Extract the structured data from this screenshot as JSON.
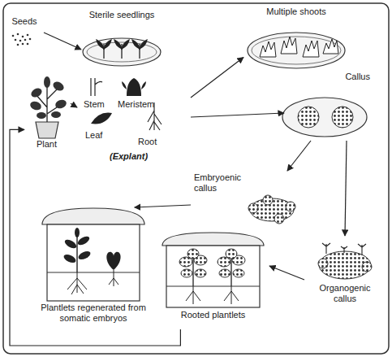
{
  "diagram": {
    "nodes": [
      {
        "text": [
          "Seeds"
        ]
      },
      {
        "text": [
          "Sterile seedlings"
        ]
      },
      {
        "text": [
          "Multiple shoots"
        ]
      },
      {
        "text": [
          "Callus"
        ]
      },
      {
        "text": [
          "Plant"
        ]
      },
      {
        "text": [
          "Stem",
          "Meristem",
          "Leaf",
          "Root",
          "(Explant)"
        ]
      },
      {
        "text": [
          "Embryoenic callus"
        ]
      },
      {
        "text": [
          "Organogenic callus"
        ]
      },
      {
        "text": [
          "Plantlets regenerated from somatic embryos"
        ]
      },
      {
        "text": [
          "Rooted plantlets"
        ]
      }
    ],
    "edges": [
      {
        "from": 0,
        "to": 1,
        "arrow": "to"
      },
      {
        "from": 4,
        "to": 5,
        "arrow": "to"
      },
      {
        "from": 5,
        "to": 2,
        "arrow": "to"
      },
      {
        "from": 5,
        "to": 3,
        "arrow": "to"
      },
      {
        "from": 3,
        "to": 6,
        "arrow": "to"
      },
      {
        "from": 3,
        "to": 7,
        "arrow": "to"
      },
      {
        "from": 6,
        "to": 8,
        "arrow": "to"
      },
      {
        "from": 7,
        "to": 9,
        "arrow": "to"
      },
      {
        "from": 9,
        "to": 4,
        "arrow": "to"
      }
    ]
  }
}
